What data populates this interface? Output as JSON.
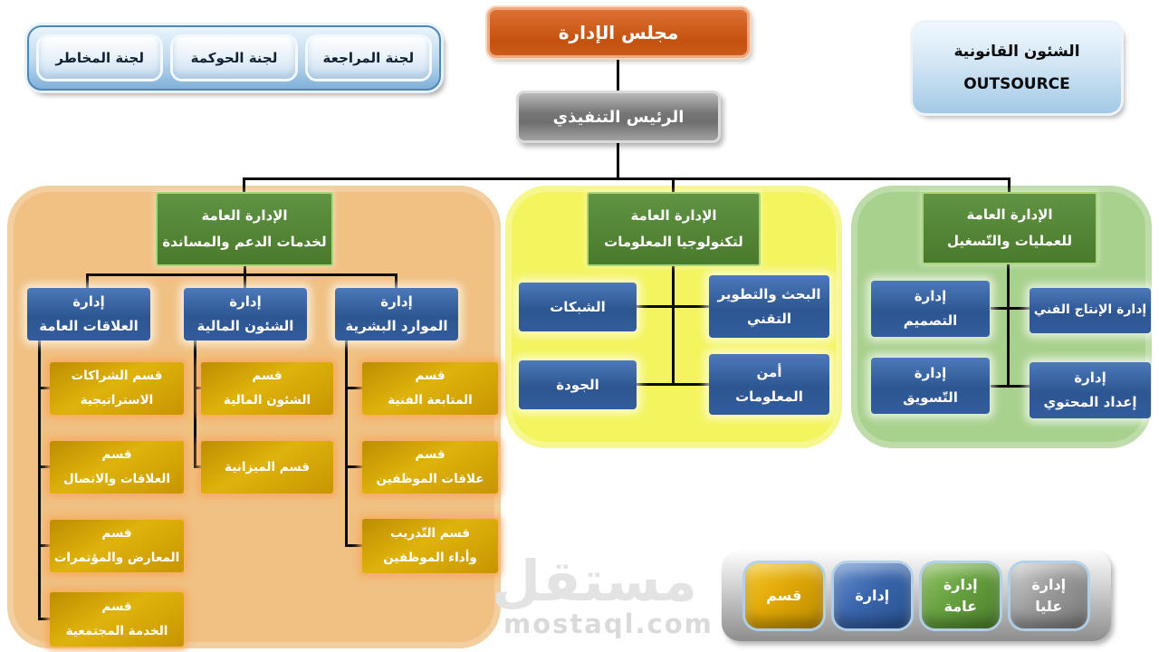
{
  "board": {
    "label": "مجلس الإدارة"
  },
  "ceo": {
    "label": "الرئيس التنفيذي"
  },
  "committees": {
    "risk": "لجنة المخاطر",
    "governance": "لجنة الحوكمة",
    "audit": "لجنة المراجعة"
  },
  "legal": {
    "title": "الشئون القانونية",
    "subtitle": "OUTSOURCE"
  },
  "support": {
    "title1": "الإدارة العامة",
    "title2": "لخدمات الدعم والمساندة",
    "pr": {
      "l1": "إدارة",
      "l2": "العلاقات العامة"
    },
    "fin": {
      "l1": "إدارة",
      "l2": "الشئون المالية"
    },
    "hr": {
      "l1": "إدارة",
      "l2": "الموارد البشرية"
    },
    "pr_u1": {
      "l1": "قسم الشراكات",
      "l2": "الاستراتيجية"
    },
    "pr_u2": {
      "l1": "قسم",
      "l2": "العلاقات والاتصال"
    },
    "pr_u3": {
      "l1": "قسم",
      "l2": "المعارض والمؤتمرات"
    },
    "pr_u4": {
      "l1": "قسم",
      "l2": "الخدمة المجتمعية"
    },
    "fin_u1": {
      "l1": "قسم",
      "l2": "الشئون المالية"
    },
    "fin_u2": {
      "l1": "قسم الميزانية",
      "l2": ""
    },
    "hr_u1": {
      "l1": "قسم",
      "l2": "المتابعة الفنية"
    },
    "hr_u2": {
      "l1": "قسم",
      "l2": "علاقات الموظفين"
    },
    "hr_u3": {
      "l1": "قسم التّدريب",
      "l2": "وأداء الموظفين"
    }
  },
  "it": {
    "title1": "الإدارة العامة",
    "title2": "لتكنولوجيا المعلومات",
    "networks": "الشبكات",
    "rnd": {
      "l1": "البحث والتطوير",
      "l2": "التقني"
    },
    "quality": "الجودة",
    "infosec": {
      "l1": "أمن",
      "l2": "المعلومات"
    }
  },
  "operations": {
    "title1": "الإدارة العامة",
    "title2": "للعمليات والتّسغيل",
    "design": {
      "l1": "إدارة",
      "l2": "التصميم"
    },
    "production": "إدارة الإنتاج الفني",
    "marketing": {
      "l1": "إدارة",
      "l2": "التّسويق"
    },
    "content": {
      "l1": "إدارة",
      "l2": "إعداد المحتوي"
    }
  },
  "legend": {
    "section": "قسم",
    "department": "إدارة",
    "general": {
      "l1": "إدارة",
      "l2": "عامة"
    },
    "top": {
      "l1": "إدارة",
      "l2": "عليا"
    }
  },
  "watermark": {
    "logo": "مستقل",
    "site": "mostaql.com"
  },
  "colors": {
    "board_orange": "#c55a11",
    "executive_gray": "#808080",
    "department_blue": "#2e5b9a",
    "general_admin_green": "#4e7e2f",
    "section_gold": "#cd9c01",
    "support_bg": "#f0c183",
    "it_bg": "#f4f45f",
    "operations_bg": "#a9d18e"
  }
}
